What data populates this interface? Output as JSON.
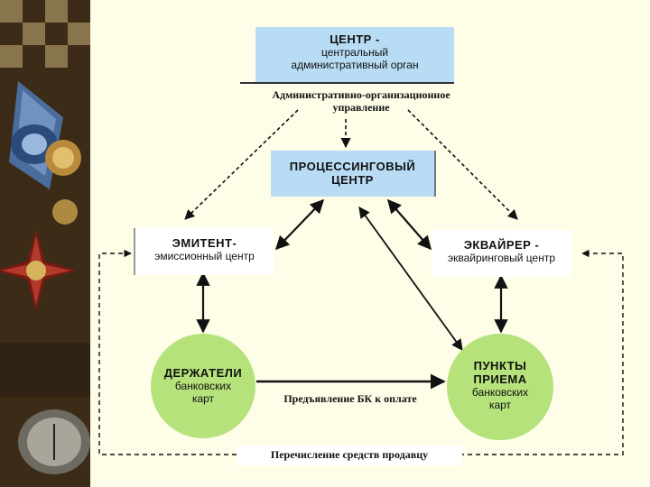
{
  "center": {
    "title": "ЦЕНТР -",
    "line2": "центральный",
    "line3": "административный  орган"
  },
  "admin_label": {
    "line1": "Административно-организационное",
    "line2": "управление"
  },
  "processing": {
    "line1": "ПРОЦЕССИНГОВЫЙ",
    "line2": "ЦЕНТР"
  },
  "issuer": {
    "title": "ЭМИТЕНТ-",
    "subtitle": "эмиссионный центр"
  },
  "acquirer": {
    "title": "ЭКВАЙРЕР -",
    "subtitle": "эквайринговый центр"
  },
  "holders": {
    "title": "ДЕРЖАТЕЛИ",
    "line2": "банковских",
    "line3": "карт"
  },
  "points": {
    "title1": "ПУНКТЫ",
    "title2": "ПРИЕМА",
    "line2": "банковских",
    "line3": "карт"
  },
  "presentation_label": "Предъявление БК к оплате",
  "transfer_label": "Перечисление средств продавцу",
  "colors": {
    "blue_box": "#b8dcf4",
    "circle": "#b5e27a",
    "background": "#fdfde8"
  }
}
